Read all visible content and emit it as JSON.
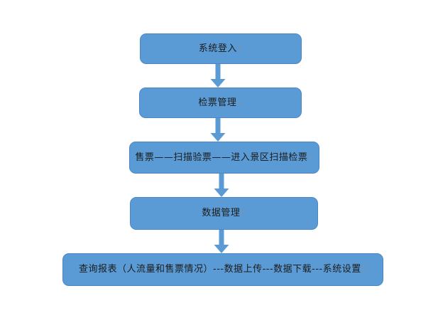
{
  "page": {
    "background_color": "#ffffff"
  },
  "flowchart": {
    "colors": {
      "node_fill": "#5b9bd5",
      "node_border": "#4b87c7",
      "node_text": "#1c1c1c",
      "arrow": "#5b9bd5",
      "paragraph_mark": "#8f8f8f"
    },
    "paragraph_mark": "↵",
    "nodes": [
      {
        "id": "system-login",
        "label": "系统登入"
      },
      {
        "id": "ticket-check-management",
        "label": "检票管理"
      },
      {
        "id": "sell-scan-enter",
        "label": "售票——扫描验票——进入景区扫描检票"
      },
      {
        "id": "data-management",
        "label": "数据管理"
      },
      {
        "id": "reports-and-settings",
        "label": "查询报表（人流量和售票情况）---数据上传---数据下载---系统设置"
      }
    ],
    "connections": [
      {
        "from": "system-login",
        "to": "ticket-check-management",
        "type": "down-arrow"
      },
      {
        "from": "ticket-check-management",
        "to": "sell-scan-enter",
        "type": "down-arrow"
      },
      {
        "from": "sell-scan-enter",
        "to": "data-management",
        "type": "down-arrow"
      },
      {
        "from": "data-management",
        "to": "reports-and-settings",
        "type": "down-arrow"
      }
    ]
  }
}
